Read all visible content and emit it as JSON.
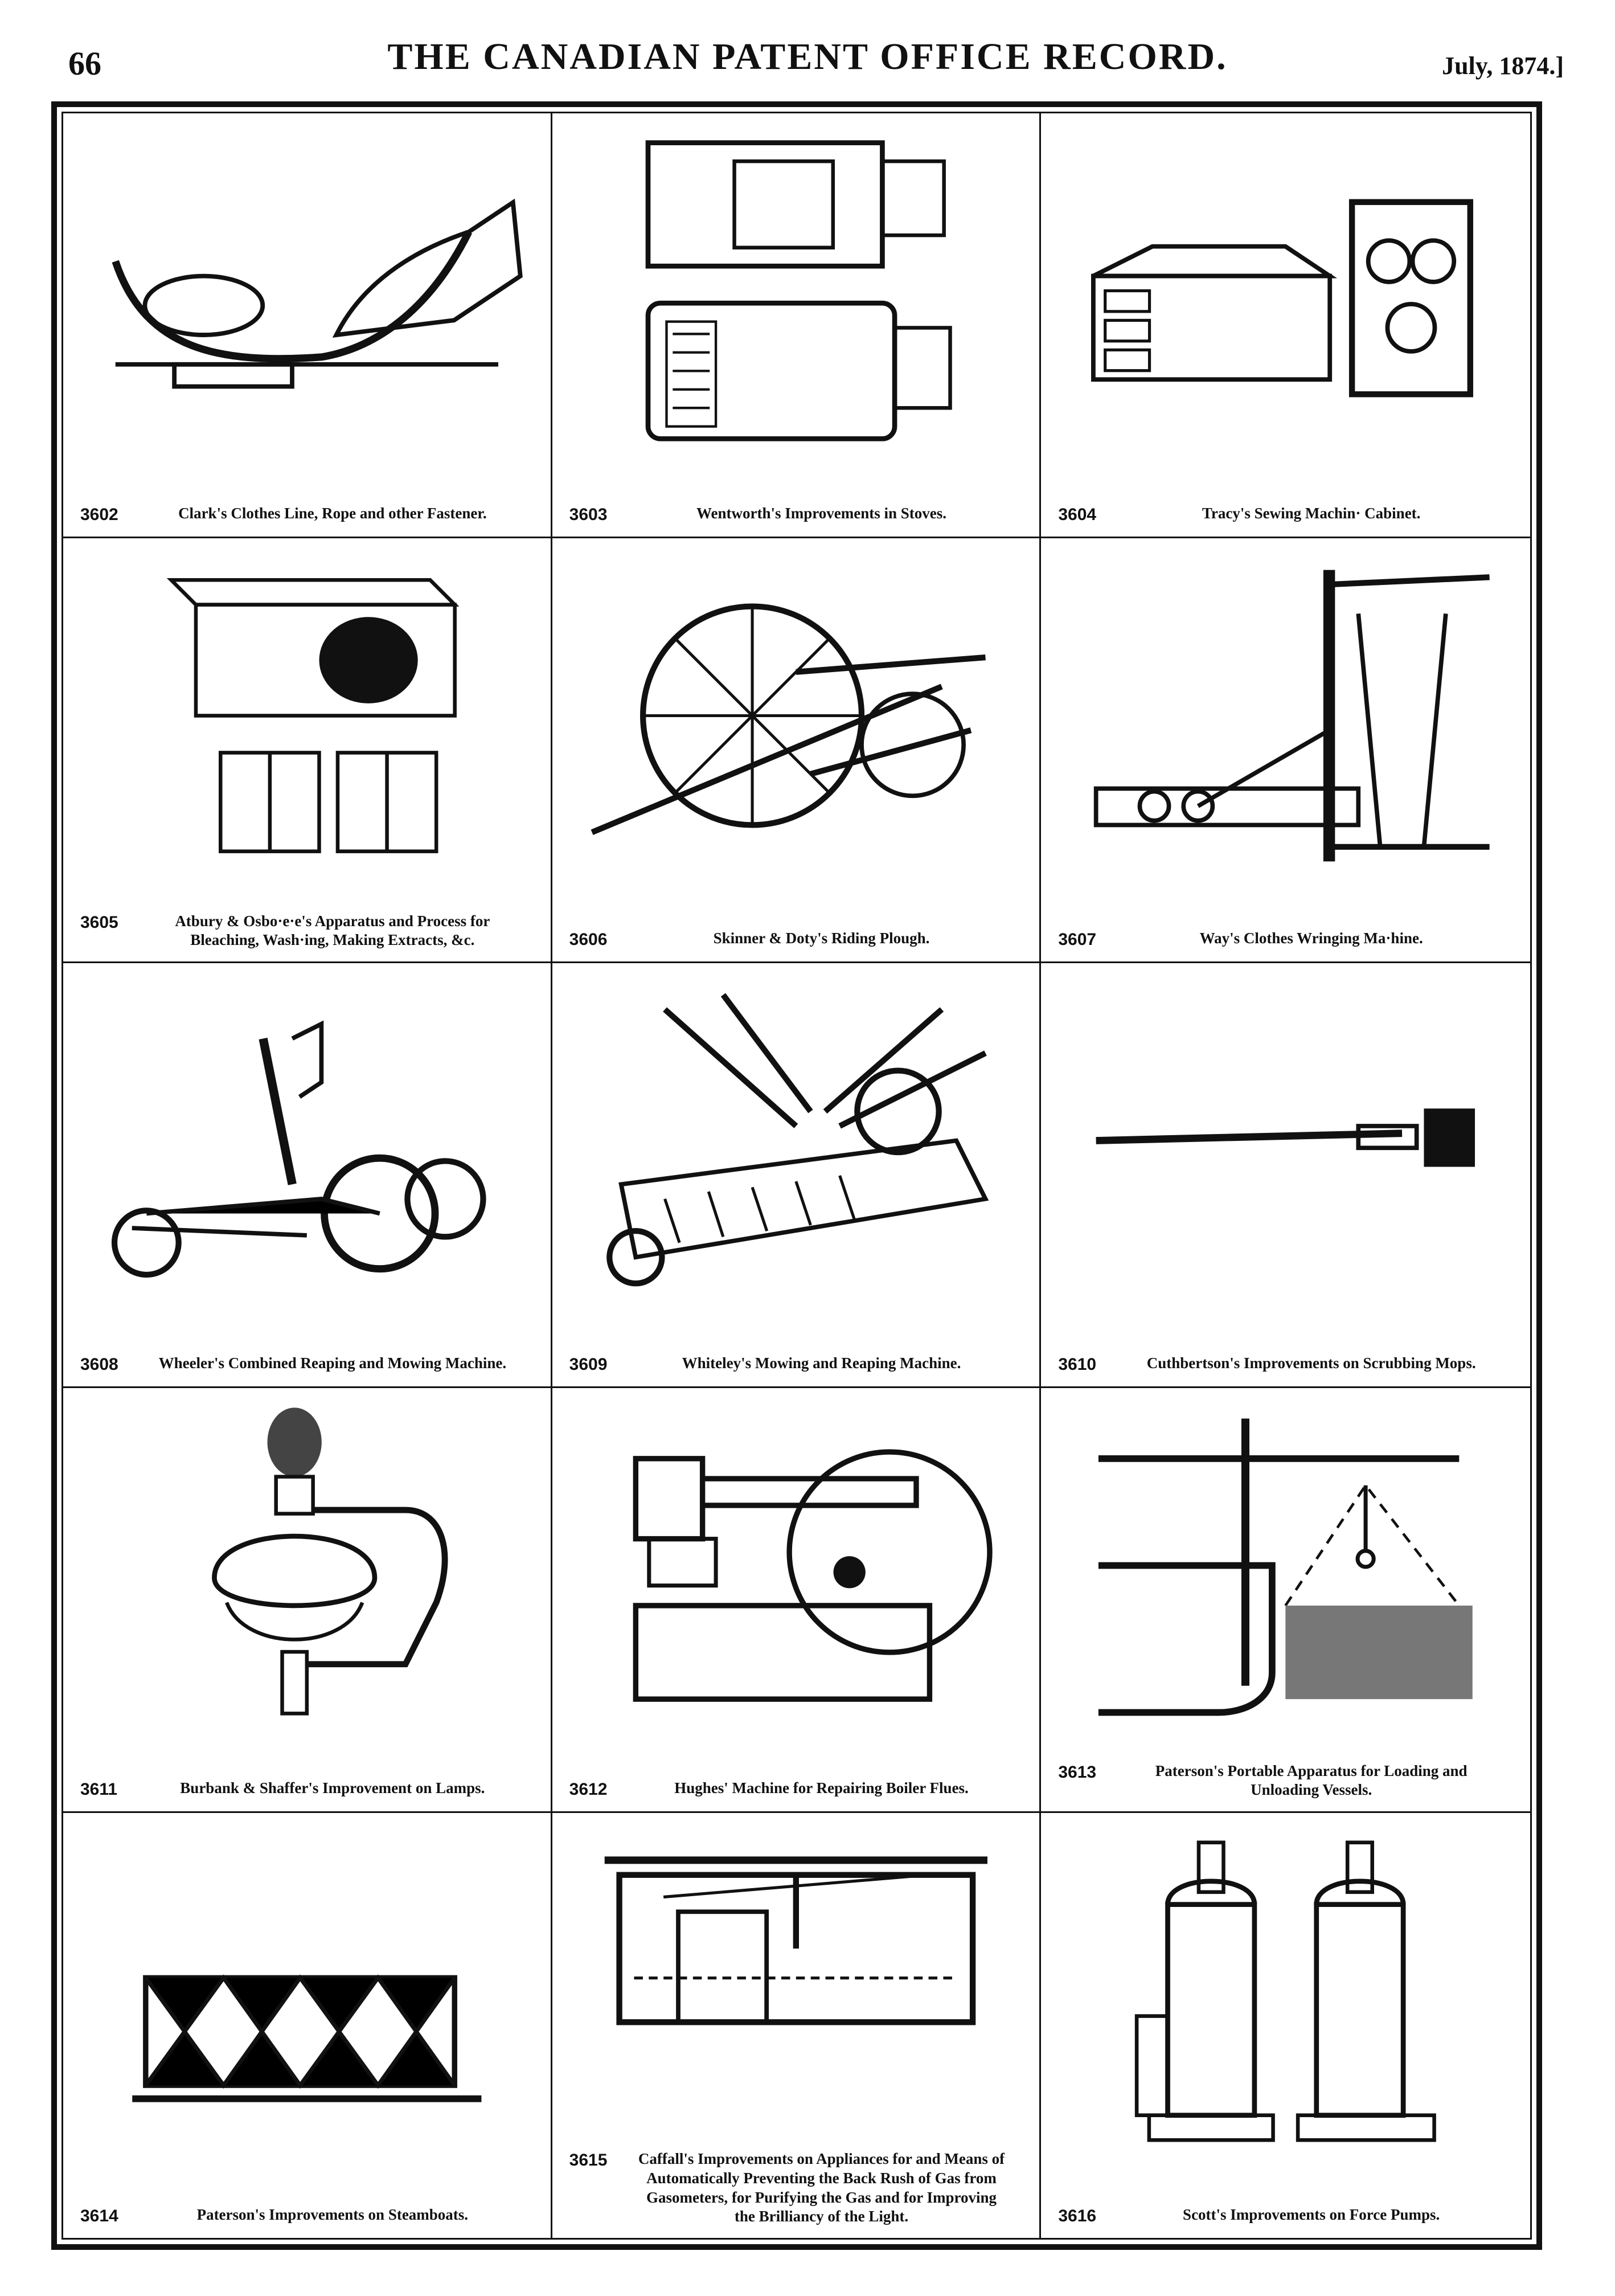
{
  "header": {
    "page_number": "66",
    "title": "THE CANADIAN PATENT OFFICE RECORD.",
    "date": "July, 1874.]"
  },
  "patents": [
    {
      "number": "3602",
      "title": "Clark's Clothes Line, Rope and other Fastener.",
      "icon": "clothes-line-fastener"
    },
    {
      "number": "3603",
      "title": "Wentworth's Improvements in Stoves.",
      "icon": "stove"
    },
    {
      "number": "3604",
      "title": "Tracy's Sewing Machin· Cabinet.",
      "icon": "sewing-cabinet"
    },
    {
      "number": "3605",
      "title": "Atbury & Osbo·e·e's Apparatus and Process for Bleaching, Wash·ing, Making Extracts, &c.",
      "icon": "bleaching-apparatus"
    },
    {
      "number": "3606",
      "title": "Skinner & Doty's Riding Plough.",
      "icon": "riding-plough"
    },
    {
      "number": "3607",
      "title": "Way's Clothes Wringing Ma·hine.",
      "icon": "clothes-wringer"
    },
    {
      "number": "3608",
      "title": "Wheeler's Combined Reaping and Mowing Machine.",
      "icon": "reaper-mower"
    },
    {
      "number": "3609",
      "title": "Whiteley's Mowing and Reaping Machine.",
      "icon": "mowing-machine"
    },
    {
      "number": "3610",
      "title": "Cuthbertson's Improvements on Scrubbing Mops.",
      "icon": "scrubbing-mop"
    },
    {
      "number": "3611",
      "title": "Burbank & Shaffer's Improvement on Lamps.",
      "icon": "lamp"
    },
    {
      "number": "3612",
      "title": "Hughes' Machine for Repairing Boiler Flues.",
      "icon": "boiler-flue-machine"
    },
    {
      "number": "3613",
      "title": "Paterson's Portable Apparatus for Loading and Unloading Vessels.",
      "icon": "loading-apparatus"
    },
    {
      "number": "3614",
      "title": "Paterson's Improvements on Steamboats.",
      "icon": "steamboat"
    },
    {
      "number": "3615",
      "title": "Caffall's Improvements on Appliances for and Means of Automatically Preventing the Back Rush of Gas from Gasometers, for Purifying the Gas and for Improving the Brilliancy of the Light.",
      "icon": "gas-appliance"
    },
    {
      "number": "3616",
      "title": "Scott's Improvements on Force Pumps.",
      "icon": "force-pump"
    }
  ]
}
